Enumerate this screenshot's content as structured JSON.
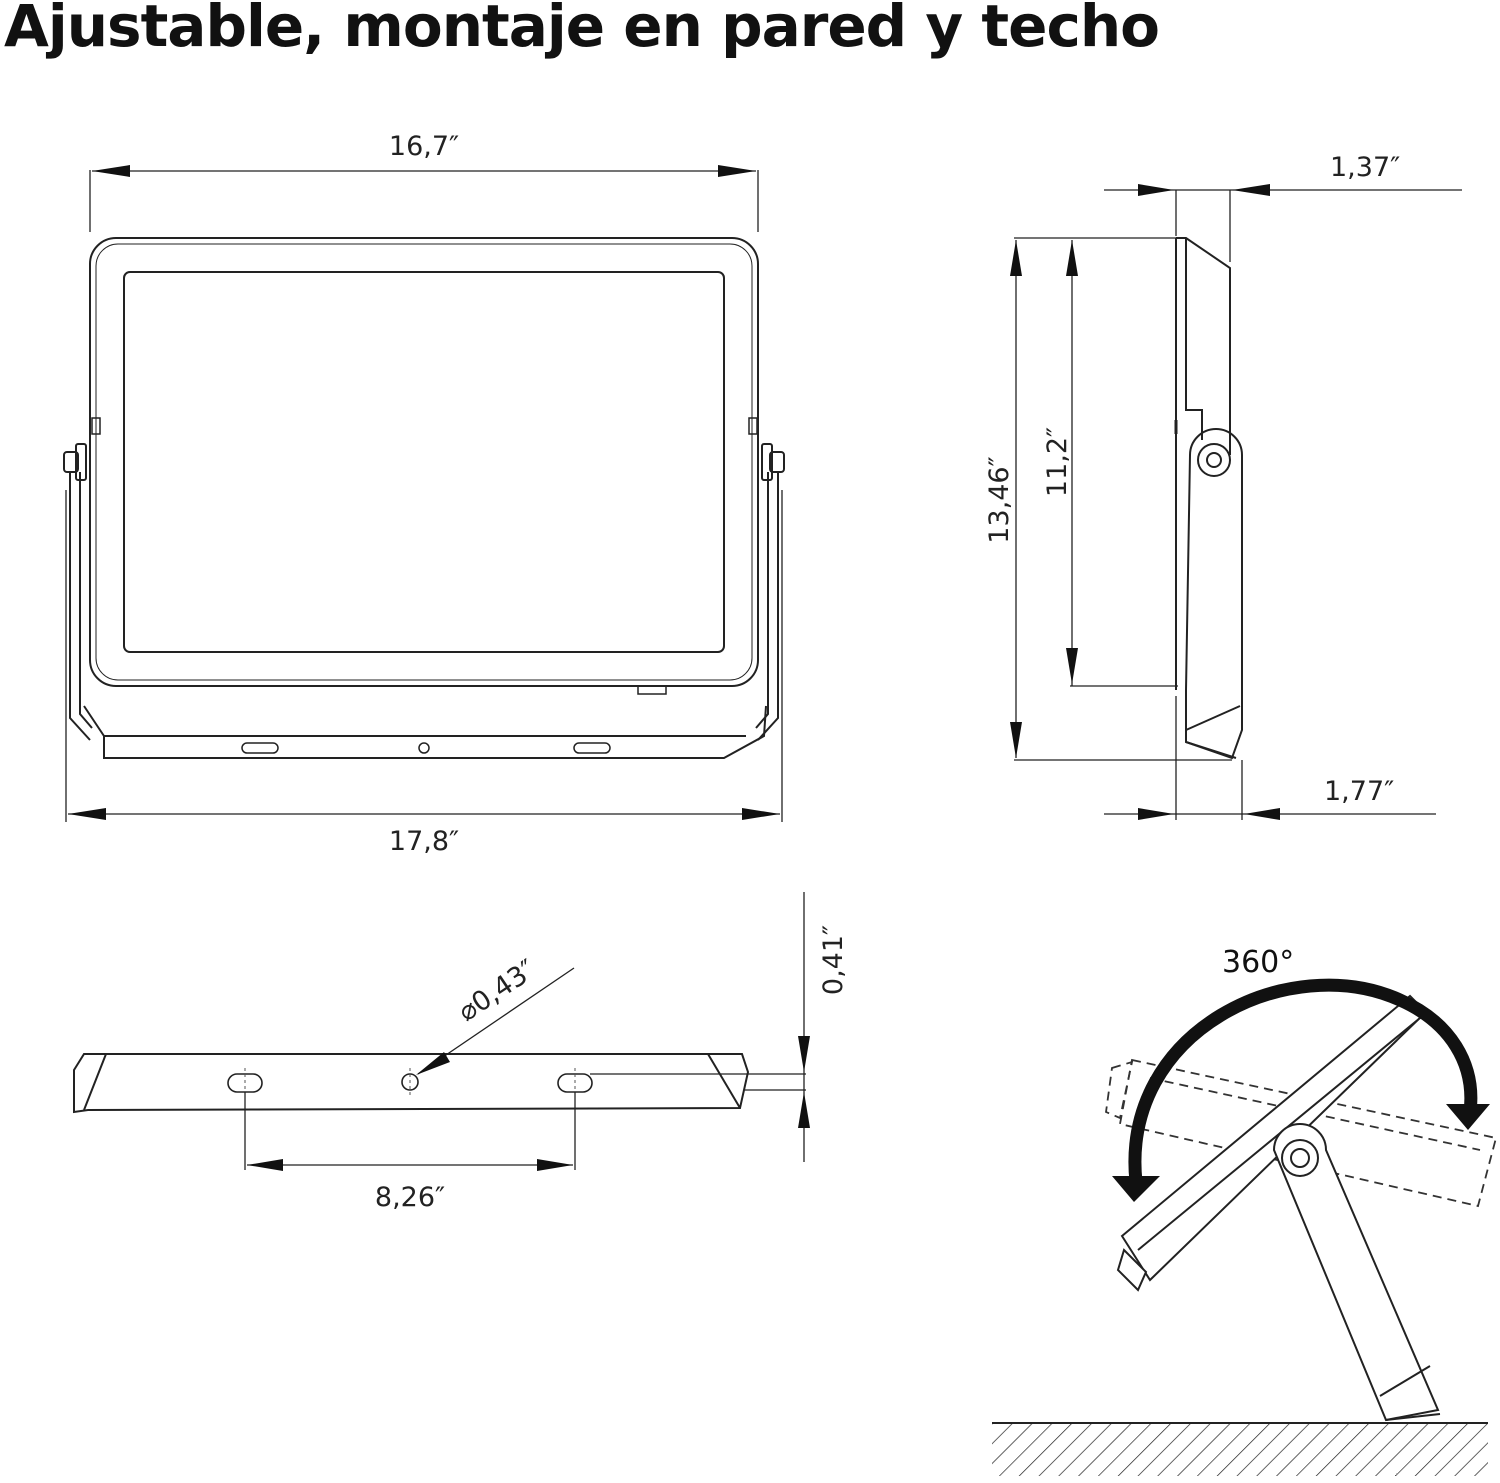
{
  "title": "Ajustable, montaje en pared y techo",
  "dimensions": {
    "front_width_top": "16,7″",
    "front_width_bottom": "17,8″",
    "side_depth_top": "1,37″",
    "side_depth_bottom": "1,77″",
    "side_total_height": "13,46″",
    "side_body_height": "11,2″",
    "hole_diameter": "⌀0,43″",
    "bracket_offset": "0,41″",
    "hole_spacing": "8,26″",
    "rotation": "360°"
  },
  "colors": {
    "line": "#222222",
    "arrow": "#111111",
    "background": "#ffffff"
  }
}
